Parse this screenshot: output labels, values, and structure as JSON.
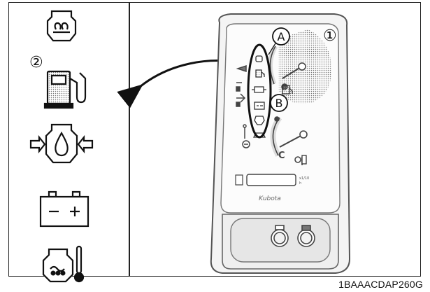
{
  "callouts": {
    "circle_1": "①",
    "circle_2": "②",
    "letter_a": "A",
    "letter_b": "B"
  },
  "panel": {
    "brand": "Kubota",
    "hour_unit_top": "x1/10",
    "hour_unit_bottom": "h"
  },
  "icons": [
    "glow-plug-icon",
    "fuel-icon",
    "oil-pressure-icon",
    "battery-charge-icon",
    "coolant-temperature-icon"
  ],
  "figure_code": "1BAAACDAP260G"
}
